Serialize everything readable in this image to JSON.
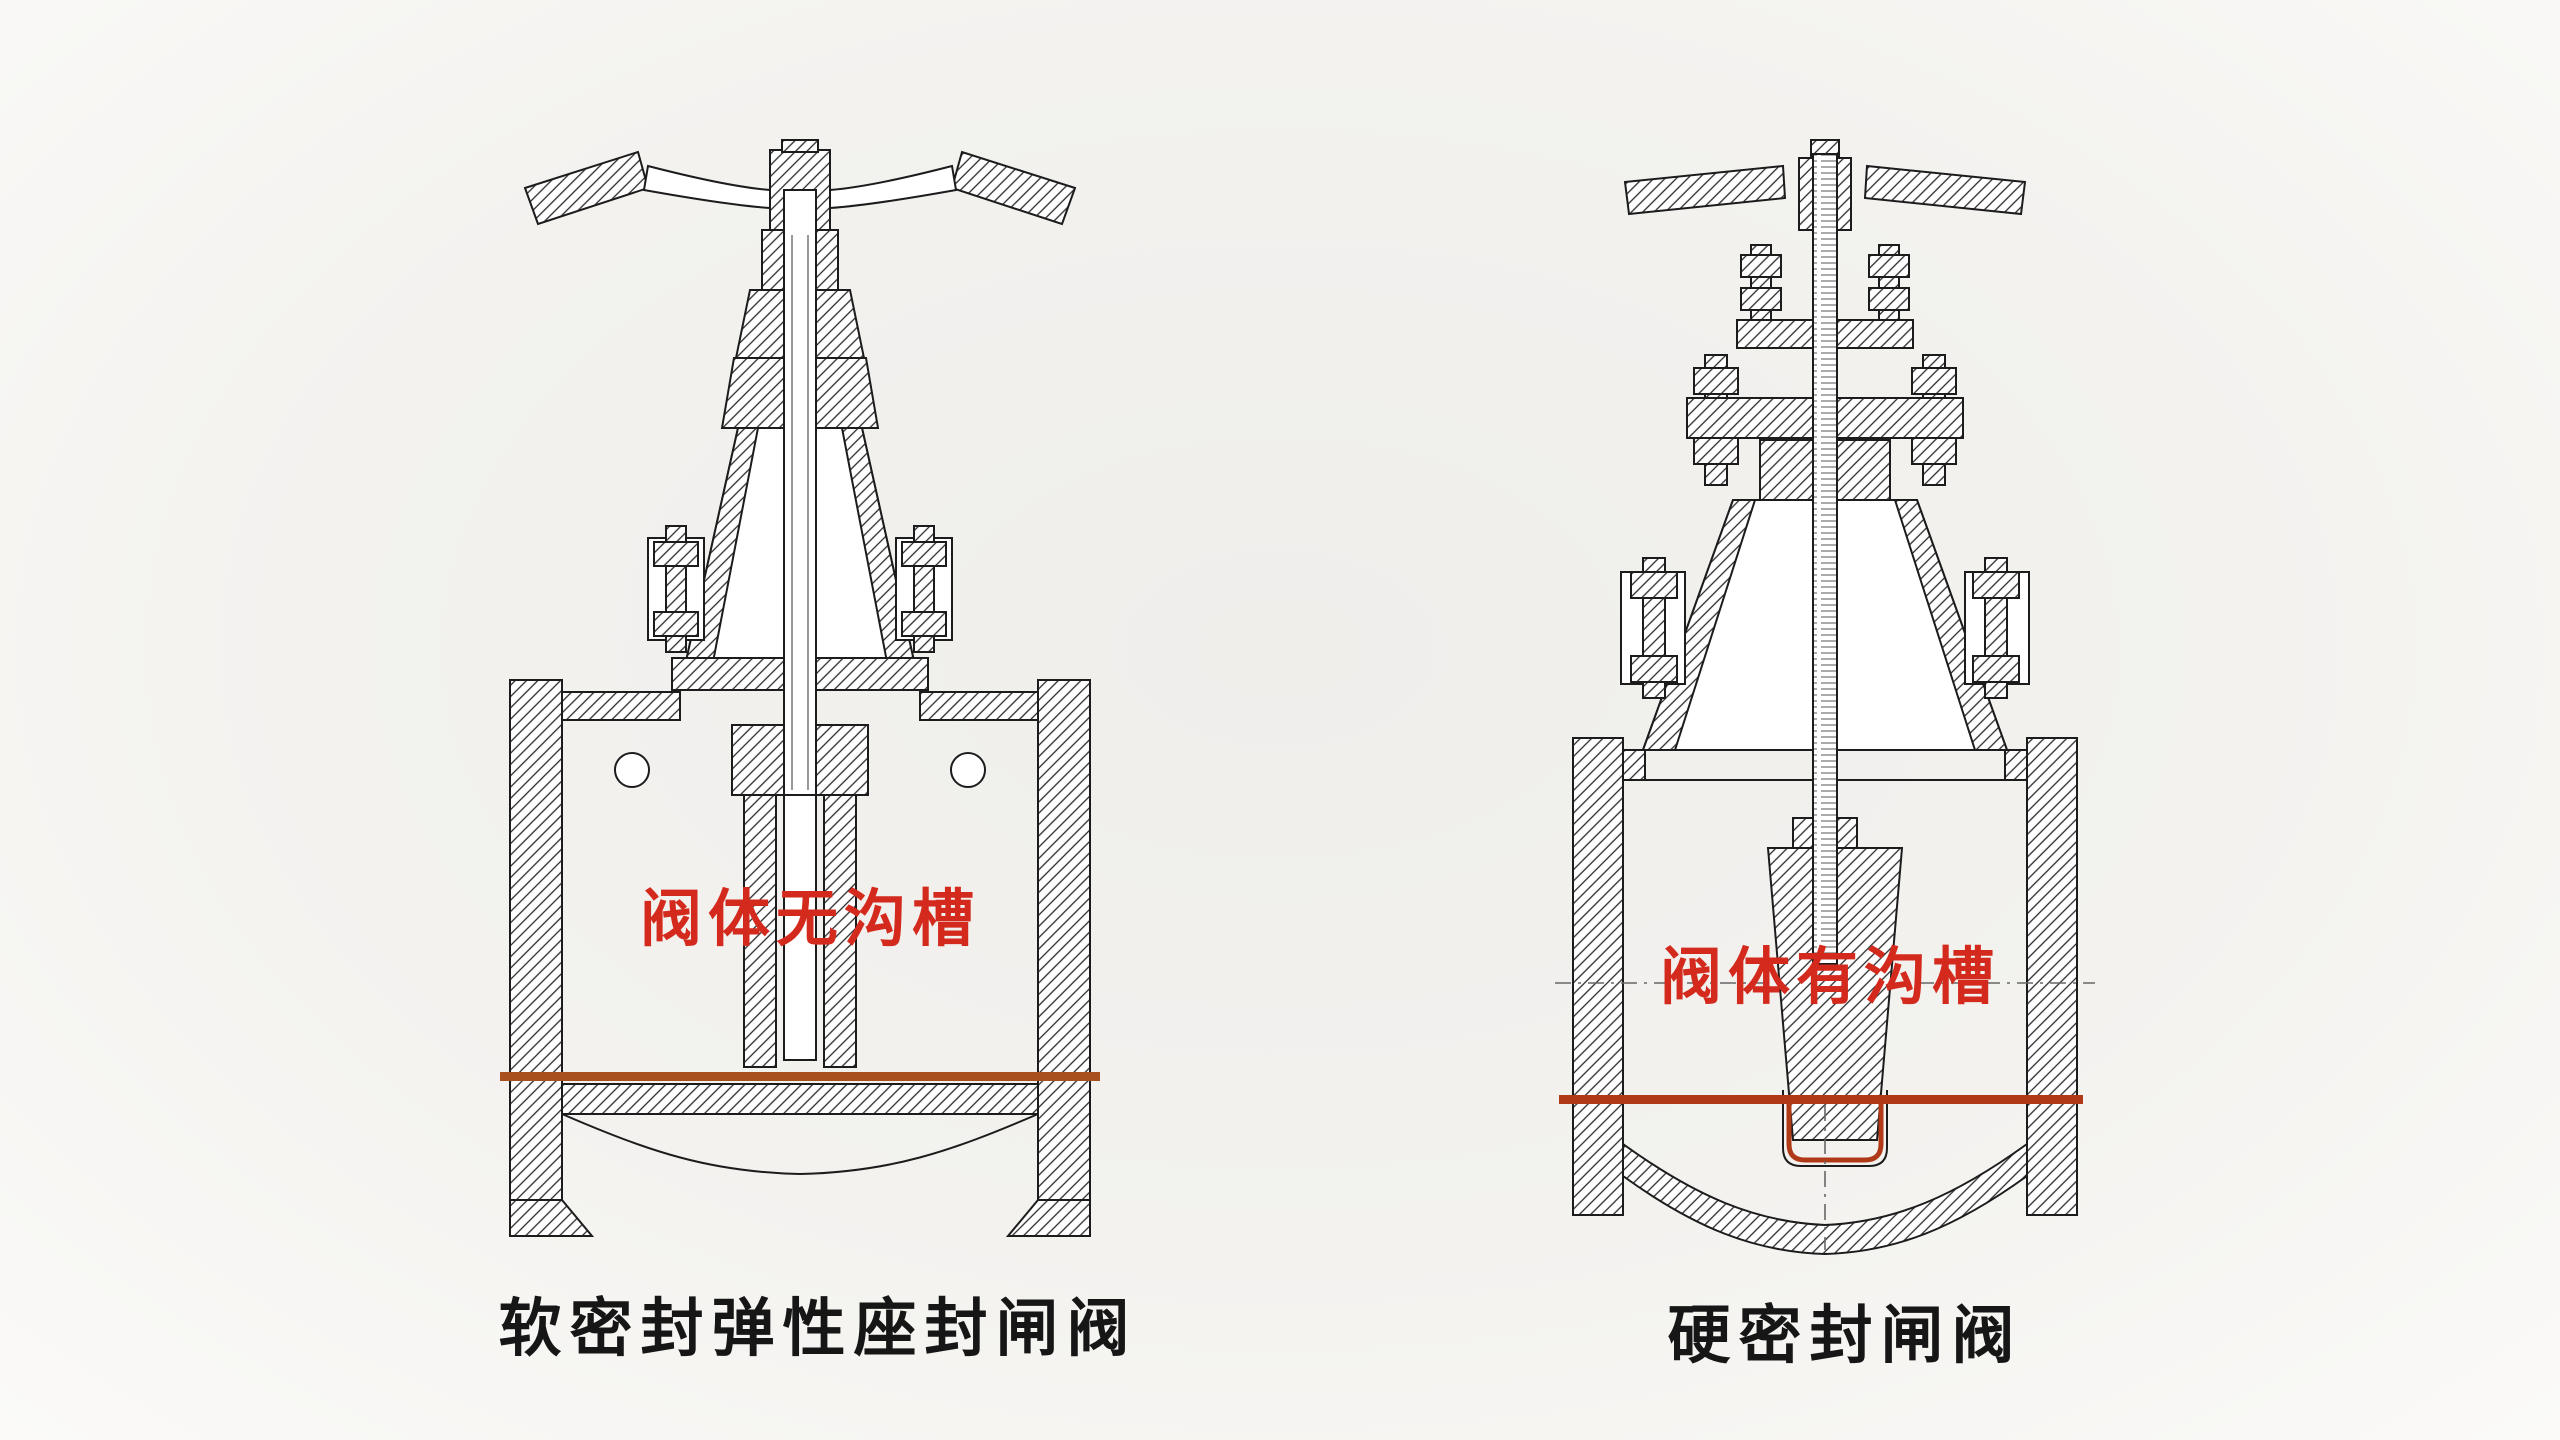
{
  "page": {
    "background": "#f3f2ef"
  },
  "left_valve": {
    "annotation": "阀体无沟槽",
    "caption": "软密封弹性座封闸阀",
    "annotation_color": "#d42a1d",
    "seat_line_color": "#a8501e"
  },
  "right_valve": {
    "annotation": "阀体有沟槽",
    "caption": "硬密封闸阀",
    "annotation_color": "#d42a1d",
    "seat_line_color": "#b03a18"
  }
}
